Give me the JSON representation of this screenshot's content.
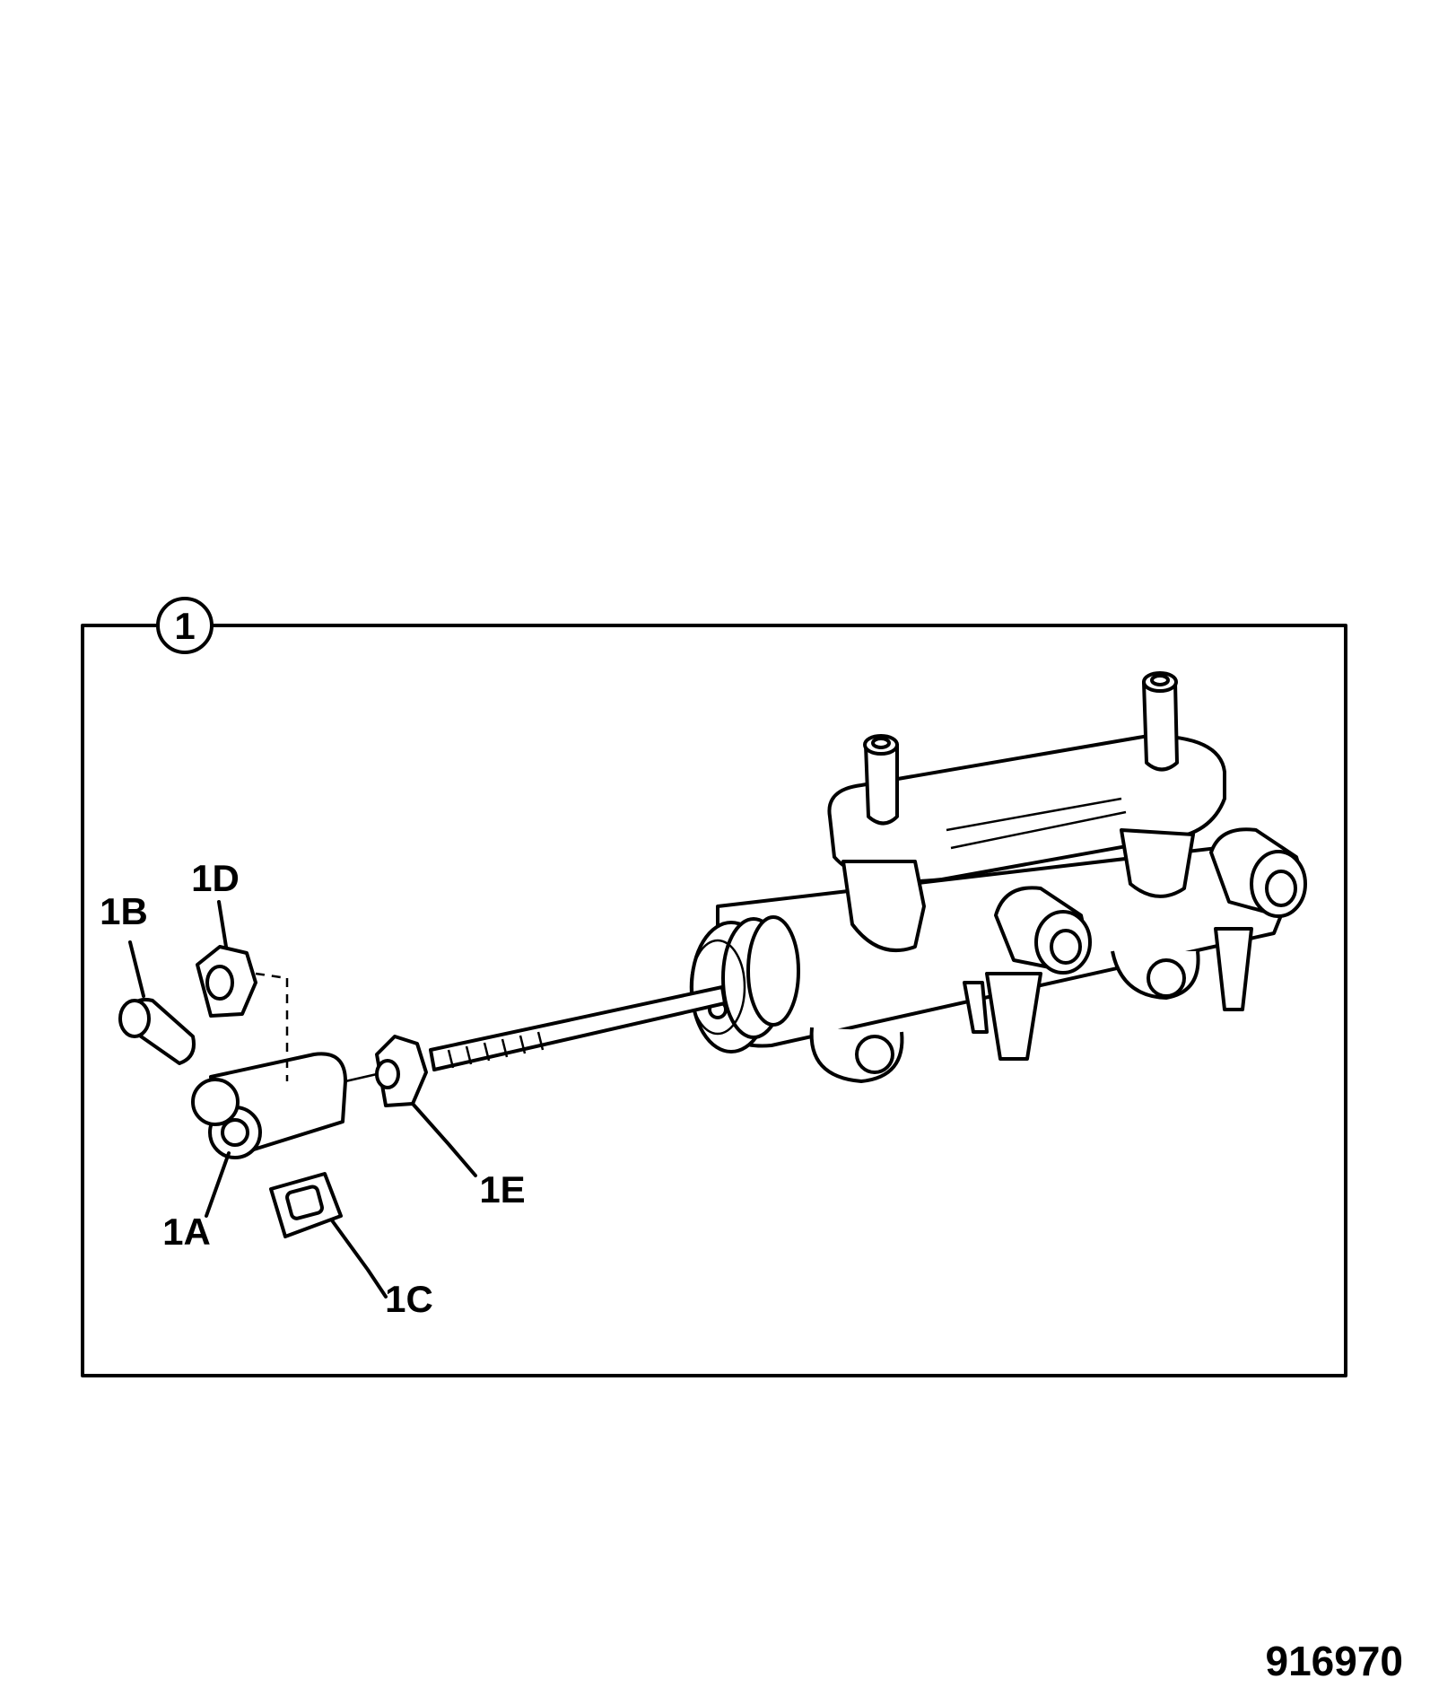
{
  "figure_number": "916970",
  "assembly": {
    "callout": "1"
  },
  "parts": [
    {
      "id": "1A"
    },
    {
      "id": "1B"
    },
    {
      "id": "1C"
    },
    {
      "id": "1D"
    },
    {
      "id": "1E"
    }
  ],
  "colors": {
    "line": "#000000",
    "background": "#ffffff"
  }
}
